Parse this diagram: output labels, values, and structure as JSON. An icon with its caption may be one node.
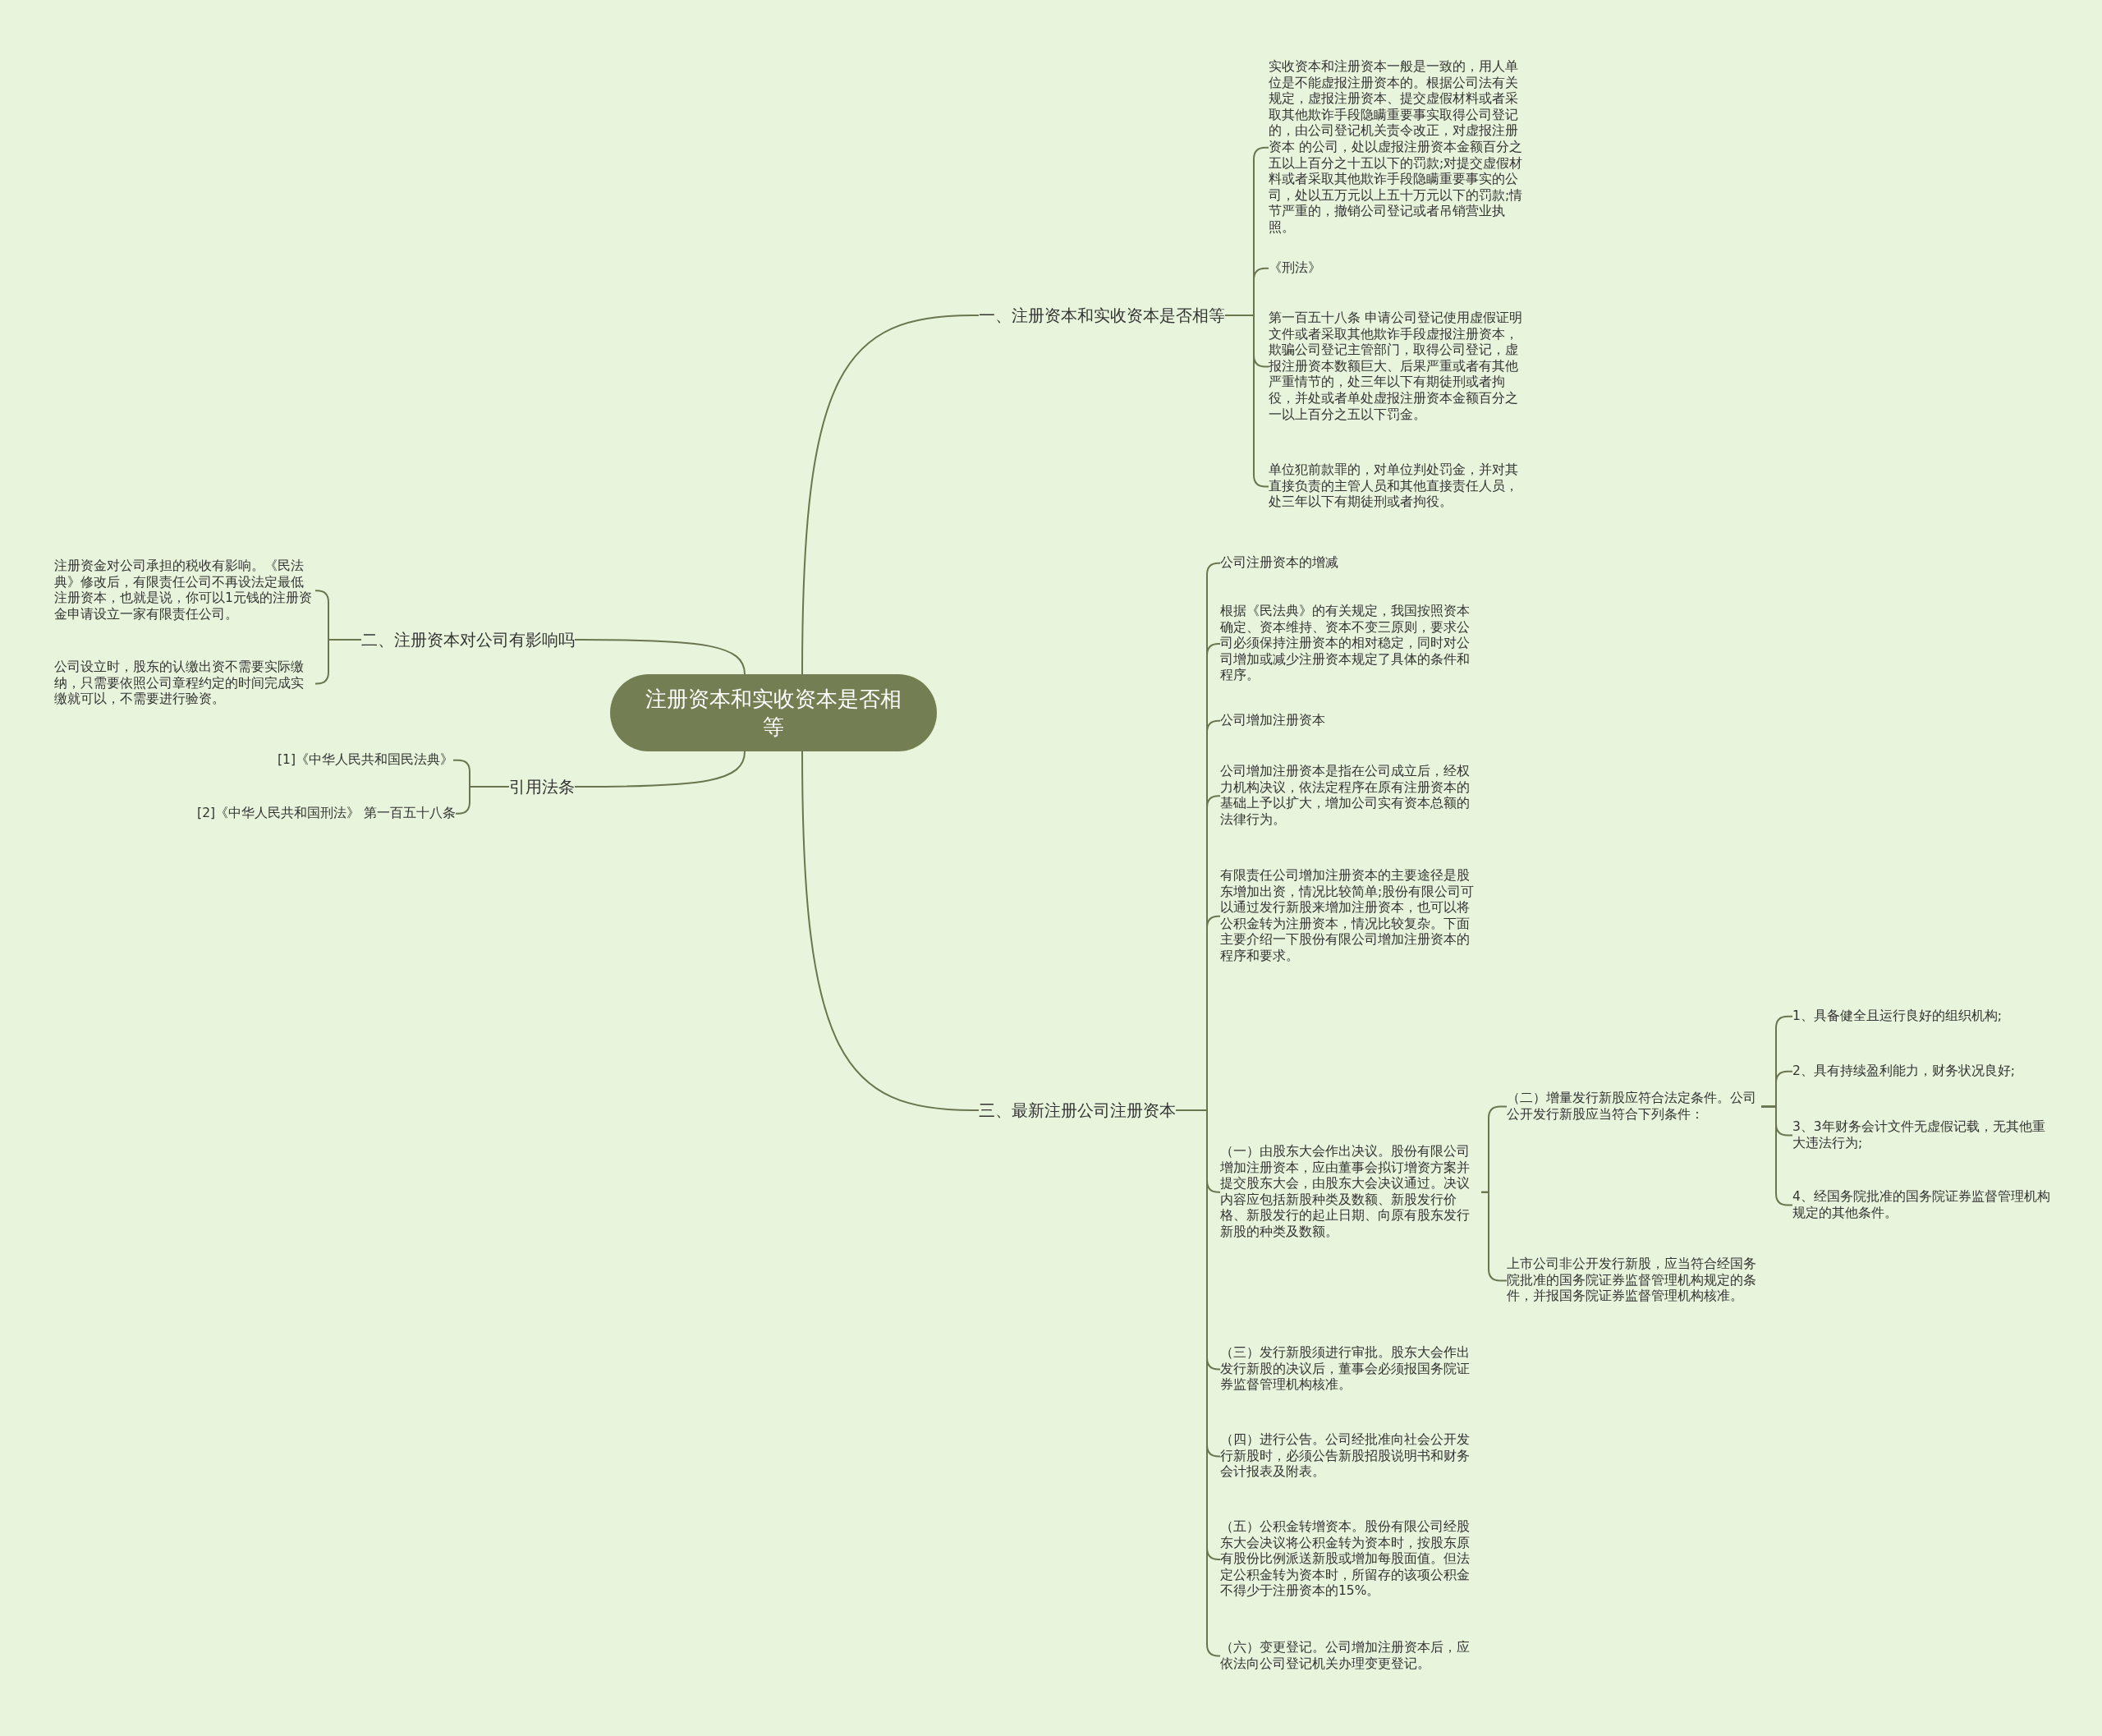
{
  "diagram": {
    "nodes": [
      {
        "text": [
          "注册资本和实收资本是否相等"
        ]
      },
      {
        "text": [
          "一、注册资本和实收资本是否相等"
        ]
      },
      {
        "text": [
          "二、注册资本对公司有影响吗"
        ]
      },
      {
        "text": [
          "引用法条"
        ]
      },
      {
        "text": [
          "三、最新注册公司注册资本"
        ]
      },
      {
        "text": [
          "实收资本和注册资本一般是一致的，用人单位是不能虚报注册资本的。根据公司法有关规定，虚报注册资本、提交虚假材料或者采取其他欺诈手段隐瞒重要事实取得公司登记的，由公司登记机关责令改正，对虚报注册资本 的公司，处以虚报注册资本金额百分之五以上百分之十五以下的罚款;对提交虚假材料或者采取其他欺诈手段隐瞒重要事实的公司，处以五万元以上五十万元以下的罚款;情节严重的，撤销公司登记或者吊销营业执照。"
        ]
      },
      {
        "text": [
          "《刑法》"
        ]
      },
      {
        "text": [
          "第一百五十八条 申请公司登记使用虚假证明文件或者采取其他欺诈手段虚报注册资本，欺骗公司登记主管部门，取得公司登记，虚报注册资本数额巨大、后果严重或者有其他严重情节的，处三年以下有期徒刑或者拘役，并处或者单处虚报注册资本金额百分之一以上百分之五以下罚金。"
        ]
      },
      {
        "text": [
          "单位犯前款罪的，对单位判处罚金，并对其直接负责的主管人员和其他直接责任人员，处三年以下有期徒刑或者拘役。"
        ]
      },
      {
        "text": [
          "注册资金对公司承担的税收有影响。《民法典》修改后，有限责任公司不再设法定最低注册资本，也就是说，你可以1元钱的注册资金申请设立一家有限责任公司。"
        ]
      },
      {
        "text": [
          "公司设立时，股东的认缴出资不需要实际缴纳，只需要依照公司章程约定的时间完成实缴就可以，不需要进行验资。"
        ]
      },
      {
        "text": [
          "[1]《中华人民共和国民法典》"
        ]
      },
      {
        "text": [
          "[2]《中华人民共和国刑法》 第一百五十八条"
        ]
      },
      {
        "text": [
          "公司注册资本的增减"
        ]
      },
      {
        "text": [
          "根据《民法典》的有关规定，我国按照资本确定、资本维持、资本不变三原则，要求公司必须保持注册资本的相对稳定，同时对公司增加或减少注册资本规定了具体的条件和程序。"
        ]
      },
      {
        "text": [
          "公司增加注册资本"
        ]
      },
      {
        "text": [
          "公司增加注册资本是指在公司成立后，经权力机构决议，依法定程序在原有注册资本的基础上予以扩大，增加公司实有资本总额的法律行为。"
        ]
      },
      {
        "text": [
          "有限责任公司增加注册资本的主要途径是股东增加出资，情况比较简单;股份有限公司可以通过发行新股来增加注册资本，也可以将公积金转为注册资本，情况比较复杂。下面主要介绍一下股份有限公司增加注册资本的程序和要求。"
        ]
      },
      {
        "text": [
          "（一）由股东大会作出决议。股份有限公司增加注册资本，应由董事会拟订增资方案并提交股东大会，由股东大会决议通过。决议内容应包括新股种类及数额、新股发行价格、新股发行的起止日期、向原有股东发行新股的种类及数额。"
        ]
      },
      {
        "text": [
          "（三）发行新股须进行审批。股东大会作出发行新股的决议后，董事会必须报国务院证券监督管理机构核准。"
        ]
      },
      {
        "text": [
          "（四）进行公告。公司经批准向社会公开发行新股时，必须公告新股招股说明书和财务会计报表及附表。"
        ]
      },
      {
        "text": [
          "（五）公积金转增资本。股份有限公司经股东大会决议将公积金转为资本时，按股东原有股份比例派送新股或增加每股面值。但法定公积金转为资本时，所留存的该项公积金不得少于注册资本的15%。"
        ]
      },
      {
        "text": [
          "（六）变更登记。公司增加注册资本后，应依法向公司登记机关办理变更登记。"
        ]
      },
      {
        "text": [
          "（二）增量发行新股应符合法定条件。公司公开发行新股应当符合下列条件："
        ]
      },
      {
        "text": [
          "上市公司非公开发行新股，应当符合经国务院批准的国务院证券监督管理机构规定的条件，并报国务院证券监督管理机构核准。"
        ]
      },
      {
        "text": [
          "1、具备健全且运行良好的组织机构;"
        ]
      },
      {
        "text": [
          "2、具有持续盈利能力，财务状况良好;"
        ]
      },
      {
        "text": [
          "3、3年财务会计文件无虚假记载，无其他重大违法行为;"
        ]
      },
      {
        "text": [
          "4、经国务院批准的国务院证券监督管理机构规定的其他条件。"
        ]
      }
    ],
    "edges": [
      {
        "from": 0,
        "to": 1,
        "arrow": "none"
      },
      {
        "from": 0,
        "to": 2,
        "arrow": "none"
      },
      {
        "from": 0,
        "to": 3,
        "arrow": "none"
      },
      {
        "from": 0,
        "to": 4,
        "arrow": "none"
      },
      {
        "from": 1,
        "to": 5,
        "arrow": "none"
      },
      {
        "from": 1,
        "to": 6,
        "arrow": "none"
      },
      {
        "from": 1,
        "to": 7,
        "arrow": "none"
      },
      {
        "from": 1,
        "to": 8,
        "arrow": "none"
      },
      {
        "from": 2,
        "to": 9,
        "arrow": "none"
      },
      {
        "from": 2,
        "to": 10,
        "arrow": "none"
      },
      {
        "from": 3,
        "to": 11,
        "arrow": "none"
      },
      {
        "from": 3,
        "to": 12,
        "arrow": "none"
      },
      {
        "from": 4,
        "to": 13,
        "arrow": "none"
      },
      {
        "from": 4,
        "to": 14,
        "arrow": "none"
      },
      {
        "from": 4,
        "to": 15,
        "arrow": "none"
      },
      {
        "from": 4,
        "to": 16,
        "arrow": "none"
      },
      {
        "from": 4,
        "to": 17,
        "arrow": "none"
      },
      {
        "from": 4,
        "to": 18,
        "arrow": "none"
      },
      {
        "from": 4,
        "to": 19,
        "arrow": "none"
      },
      {
        "from": 4,
        "to": 20,
        "arrow": "none"
      },
      {
        "from": 4,
        "to": 21,
        "arrow": "none"
      },
      {
        "from": 4,
        "to": 22,
        "arrow": "none"
      },
      {
        "from": 18,
        "to": 23,
        "arrow": "none"
      },
      {
        "from": 18,
        "to": 24,
        "arrow": "none"
      },
      {
        "from": 23,
        "to": 25,
        "arrow": "none"
      },
      {
        "from": 23,
        "to": 26,
        "arrow": "none"
      },
      {
        "from": 23,
        "to": 27,
        "arrow": "none"
      },
      {
        "from": 23,
        "to": 28,
        "arrow": "none"
      }
    ]
  }
}
